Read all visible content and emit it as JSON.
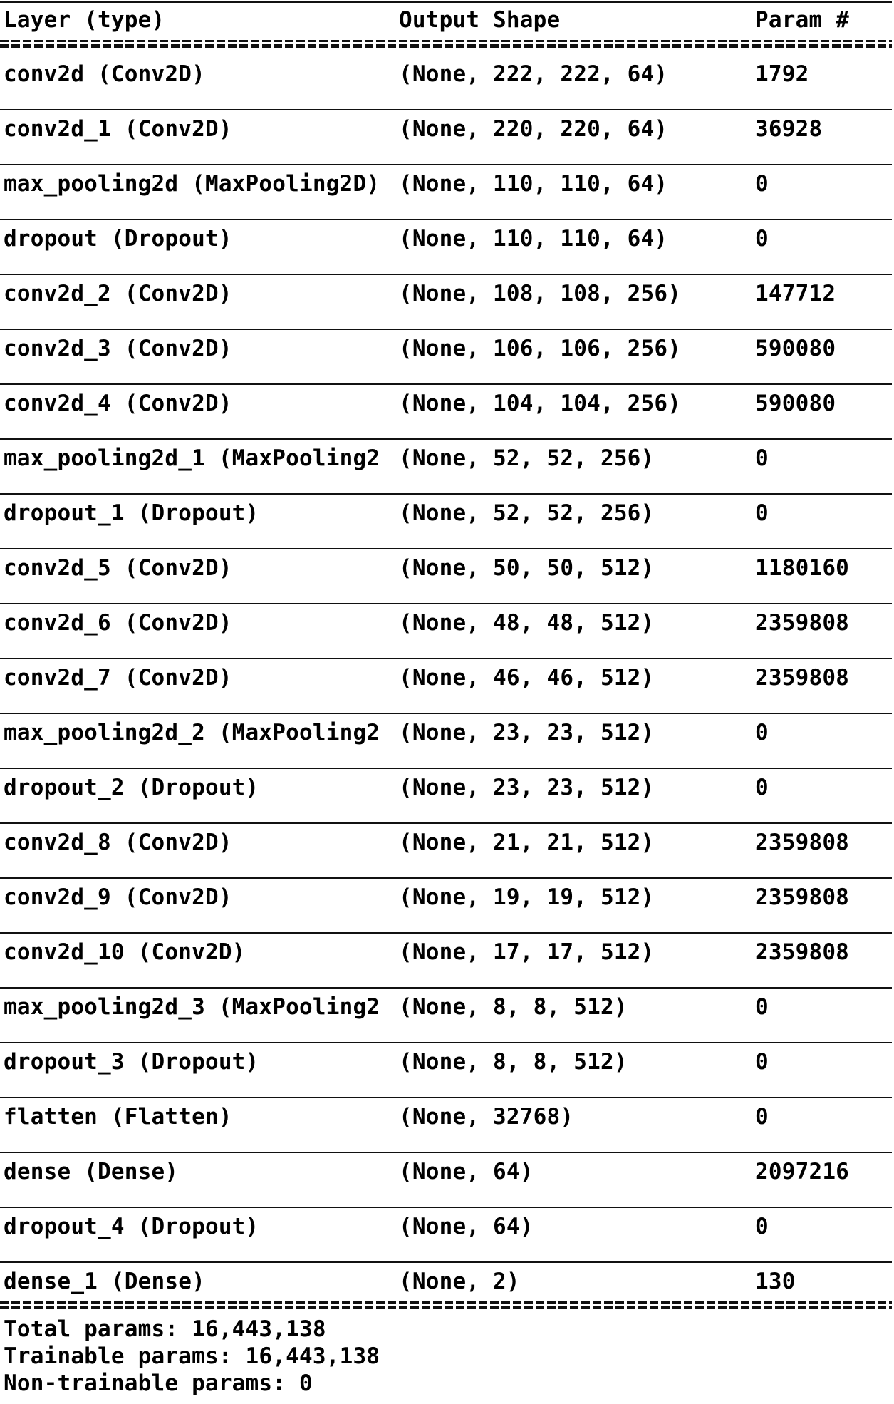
{
  "header": {
    "layer": "Layer (type)",
    "output_shape": "Output Shape",
    "params": "Param #"
  },
  "rows": [
    {
      "layer": "conv2d (Conv2D)",
      "shape": "(None, 222, 222, 64)",
      "params": "1792"
    },
    {
      "layer": "conv2d_1 (Conv2D)",
      "shape": "(None, 220, 220, 64)",
      "params": "36928"
    },
    {
      "layer": "max_pooling2d (MaxPooling2D)",
      "shape": "(None, 110, 110, 64)",
      "params": "0"
    },
    {
      "layer": "dropout (Dropout)",
      "shape": "(None, 110, 110, 64)",
      "params": "0"
    },
    {
      "layer": "conv2d_2 (Conv2D)",
      "shape": "(None, 108, 108, 256)",
      "params": "147712"
    },
    {
      "layer": "conv2d_3 (Conv2D)",
      "shape": "(None, 106, 106, 256)",
      "params": "590080"
    },
    {
      "layer": "conv2d_4 (Conv2D)",
      "shape": "(None, 104, 104, 256)",
      "params": "590080"
    },
    {
      "layer": "max_pooling2d_1 (MaxPooling2",
      "shape": "(None, 52, 52, 256)",
      "params": "0"
    },
    {
      "layer": "dropout_1 (Dropout)",
      "shape": "(None, 52, 52, 256)",
      "params": "0"
    },
    {
      "layer": "conv2d_5 (Conv2D)",
      "shape": "(None, 50, 50, 512)",
      "params": "1180160"
    },
    {
      "layer": "conv2d_6 (Conv2D)",
      "shape": "(None, 48, 48, 512)",
      "params": "2359808"
    },
    {
      "layer": "conv2d_7 (Conv2D)",
      "shape": "(None, 46, 46, 512)",
      "params": "2359808"
    },
    {
      "layer": "max_pooling2d_2 (MaxPooling2",
      "shape": "(None, 23, 23, 512)",
      "params": "0"
    },
    {
      "layer": "dropout_2 (Dropout)",
      "shape": "(None, 23, 23, 512)",
      "params": "0"
    },
    {
      "layer": "conv2d_8 (Conv2D)",
      "shape": "(None, 21, 21, 512)",
      "params": "2359808"
    },
    {
      "layer": "conv2d_9 (Conv2D)",
      "shape": "(None, 19, 19, 512)",
      "params": "2359808"
    },
    {
      "layer": "conv2d_10 (Conv2D)",
      "shape": "(None, 17, 17, 512)",
      "params": "2359808"
    },
    {
      "layer": "max_pooling2d_3 (MaxPooling2",
      "shape": "(None, 8, 8, 512)",
      "params": "0"
    },
    {
      "layer": "dropout_3 (Dropout)",
      "shape": "(None, 8, 8, 512)",
      "params": "0"
    },
    {
      "layer": "flatten (Flatten)",
      "shape": "(None, 32768)",
      "params": "0"
    },
    {
      "layer": "dense (Dense)",
      "shape": "(None, 64)",
      "params": "2097216"
    },
    {
      "layer": "dropout_4 (Dropout)",
      "shape": "(None, 64)",
      "params": "0"
    },
    {
      "layer": "dense_1 (Dense)",
      "shape": "(None, 2)",
      "params": "130"
    }
  ],
  "footer": {
    "total": "Total params: 16,443,138",
    "trainable": "Trainable params: 16,443,138",
    "non_trainable": "Non-trainable params: 0"
  }
}
